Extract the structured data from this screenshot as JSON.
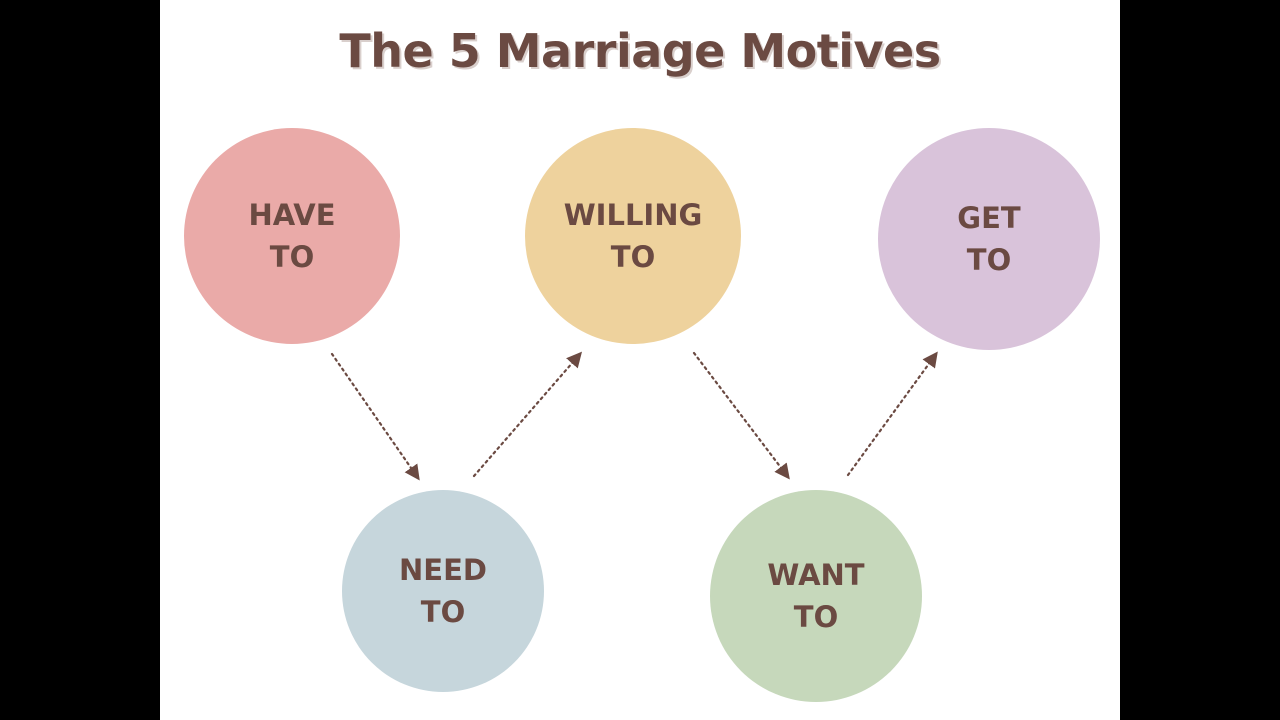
{
  "title": "The 5 Marriage Motives",
  "colors": {
    "page_background": "#000000",
    "slide_background": "#ffffff",
    "text": "#6b4a42",
    "arrow": "#6b4a42"
  },
  "motives": [
    {
      "id": "have-to",
      "line1": "HAVE",
      "line2": "TO",
      "color": "#eaaaa8"
    },
    {
      "id": "need-to",
      "line1": "NEED",
      "line2": "TO",
      "color": "#c6d6dc"
    },
    {
      "id": "willing-to",
      "line1": "WILLING",
      "line2": "TO",
      "color": "#eed29d"
    },
    {
      "id": "want-to",
      "line1": "WANT",
      "line2": "TO",
      "color": "#c6d8bb"
    },
    {
      "id": "get-to",
      "line1": "GET",
      "line2": "TO",
      "color": "#d9c3da"
    }
  ]
}
